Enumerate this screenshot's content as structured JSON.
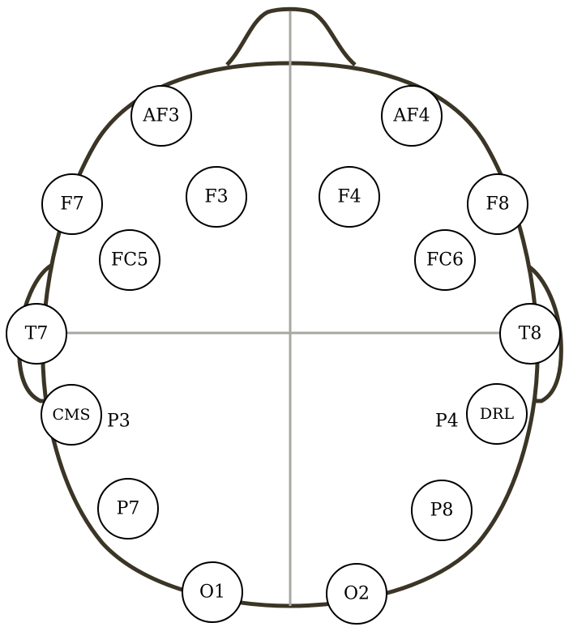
{
  "diagram": {
    "colors": {
      "outline": "#3b3526",
      "axis": "#a7a7a3",
      "electrode_stroke": "#000000",
      "background": "#ffffff"
    },
    "electrodes": [
      {
        "id": "af3",
        "label": "AF3"
      },
      {
        "id": "af4",
        "label": "AF4"
      },
      {
        "id": "f7",
        "label": "F7"
      },
      {
        "id": "f3",
        "label": "F3"
      },
      {
        "id": "f4",
        "label": "F4"
      },
      {
        "id": "f8",
        "label": "F8"
      },
      {
        "id": "fc5",
        "label": "FC5"
      },
      {
        "id": "fc6",
        "label": "FC6"
      },
      {
        "id": "t7",
        "label": "T7"
      },
      {
        "id": "t8",
        "label": "T8"
      },
      {
        "id": "cms",
        "label": "CMS"
      },
      {
        "id": "drl",
        "label": "DRL"
      },
      {
        "id": "p7",
        "label": "P7"
      },
      {
        "id": "p8",
        "label": "P8"
      },
      {
        "id": "o1",
        "label": "O1"
      },
      {
        "id": "o2",
        "label": "O2"
      }
    ],
    "side_labels": [
      {
        "id": "p3",
        "label": "P3"
      },
      {
        "id": "p4",
        "label": "P4"
      }
    ]
  }
}
